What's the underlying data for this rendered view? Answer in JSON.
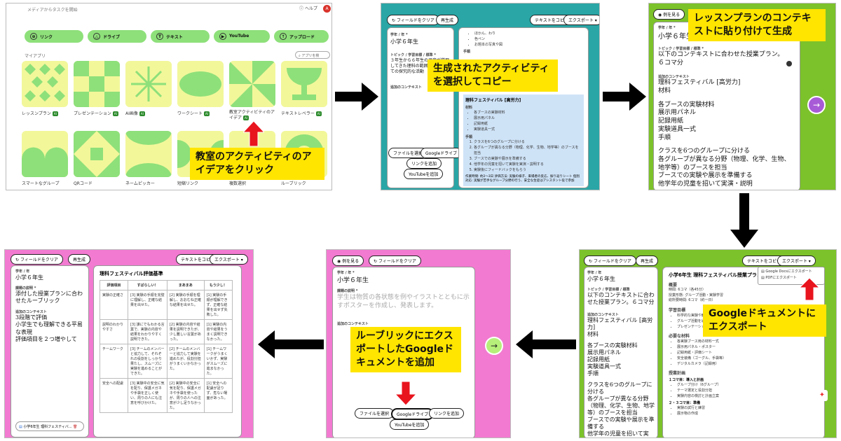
{
  "callouts": {
    "c1": "教室のアクティビティのアイデアをクリック",
    "c2": "生成されたアクティビティを選択してコピー",
    "c3": "レッスンプランのコンテキストに貼り付けて生成",
    "c4": "Googleドキュメントにエクスポート",
    "c5": "ルーブリックにエクスポートしたGoogleドキュメントを追加"
  },
  "p1": {
    "start_text": "メディアからタスクを開始",
    "help": "ヘルプ",
    "avatar": "A",
    "buttons": [
      "リンク",
      "ドライブ",
      "テキスト",
      "YouTube",
      "アップロード"
    ],
    "myapps": "マイアプリ",
    "search_placeholder": "アプリを検",
    "apps_row1": [
      "レッスンプラン",
      "プレゼンテーション",
      "AI画像",
      "ワークシート",
      "教室アクティビティのアイデア",
      "テキストレベラー"
    ],
    "apps_row2": [
      "スマートなグループ",
      "QRコード",
      "ネームピッカー",
      "短縮リンク",
      "複数選択",
      "ルーブリック"
    ],
    "ai_badge": "AI"
  },
  "p2": {
    "clear": "フィールドをクリア",
    "regen": "再生成",
    "copy": "テキストをコピー",
    "export": "エクスポート",
    "grade_label": "学年 / 年 *",
    "grade_value": "小学６年生",
    "topic_label": "トピック / 学習目標 / 標準 *",
    "topic_value": "３年生から６年生の児童が学習してきた理科の範囲を対象にしての探究的な活動",
    "context_label": "追加のコンテキスト",
    "file_btn": "ファイルを選択",
    "drive_btn": "Googleドライブ",
    "link_btn": "リンクを追加",
    "yt_btn": "YouTubeを追加",
    "top_bullets": [
      "ほかん、わり",
      "色ペン",
      "お題本の写真や図"
    ],
    "steps_h": "手順",
    "section_title": "理科フェスティバル [高労力]",
    "materials_h": "材料",
    "materials": [
      "各ブースの実験材料",
      "展示用パネル",
      "記録用紙",
      "実験道具一式"
    ],
    "steps": [
      "クラスを6つのグループに分ける",
      "各グループが異なる分野（物理、化学、生物、地学等）のブースを担当",
      "ブースでの実験や展示を準備する",
      "他学年の児童を招いて実験を実演・説明する",
      "実験後にフィードバックをもらう"
    ],
    "footer": "作業時間: 約2〜3日 評価方法: 実験の様子、来場者の反応、振り返りシート 個別対応: 実験が苦手なグループ分野の行う、安全な生徒はアシスタント役で参加"
  },
  "p3": {
    "example": "例を見る",
    "grade_label": "学年 / 年 *",
    "grade_value": "小学６年生",
    "topic_label": "トピック / 学習目標 / 標準 *",
    "topic_value": "以下のコンテキストに合わせた授業プラン。６コマ分",
    "context_label": "追加のコンテキスト",
    "context_lines": [
      "理科フェスティバル [高労力]",
      "材料",
      "",
      "各ブースの実験材料",
      "展示用パネル",
      "記録用紙",
      "実験道具一式",
      "手順",
      "",
      "クラスを6つのグループに分ける",
      "各グループが異なる分野（物理、化学、生物、地学等）のブースを担当",
      "ブースでの実験や展示を準備する",
      "他学年の児童を招いて実演・説明"
    ]
  },
  "p4": {
    "clear": "フィールドをクリア",
    "regen": "再生成",
    "copy": "テキストをコピー",
    "export": "エクスポート",
    "export_docs": "Google Docsにエクスポート",
    "export_pdf": "PDFにエクスポート",
    "grade_label": "学年 / 年",
    "grade_value": "小学６年生",
    "topic_label": "トピック / 学習目標 / 標準",
    "topic_value": "以下のコンテキストに合わせた授業プラン。６コマ分",
    "context_label": "追加のコンテキスト",
    "context_lines": [
      "理科フェスティバル [高労力]",
      "材料",
      "",
      "各ブースの実験材料",
      "展示用パネル",
      "記録用紙",
      "実験道具一式",
      "手順",
      "",
      "クラスを6つのグループに分ける",
      "各グループが異なる分野（物理、化学、生物、地学等）のブースを担当",
      "ブースでの実験や展示を準備する",
      "他学年の児童を招いて実"
    ],
    "doc_title": "小学6年生 理科フェスティバル授業プラン",
    "overview_h": "概要",
    "overview": [
      "時間: 6コマ（各45分）",
      "授業形態: グループ活動・実験学習",
      "総所要時間: 6コマ（約一日）"
    ],
    "goals_h": "学習目標",
    "goals": [
      "科学的な実験や観察の方法を理解する",
      "グループ活動を通して協力する力を育てる",
      "プレゼンテーション能力を高める"
    ],
    "materials_h": "必要な材料",
    "materials": [
      "各実験ブース用の材料一式",
      "展示用パネル・ポスター",
      "記録用紙・評価シート",
      "安全装備（ゴーグル、手袋等）",
      "デジタルカメラ（記録用）"
    ],
    "plan_h": "授業計画",
    "plan1_h": "１コマ目：導入と計画",
    "plan1": [
      "グループ分け（6グループ）",
      "テーマ選定と役割分担",
      "実験内容の検討と計画立案"
    ],
    "plan2_h": "２・３コマ目：準備",
    "plan2": [
      "実験の試行と練習",
      "展示物の作成"
    ]
  },
  "p5": {
    "example": "例を見る",
    "clear": "フィールドをクリア",
    "grade_label": "学年 / 年 *",
    "grade_value": "小学６年生",
    "desc_label": "課題の説明 *",
    "desc_placeholder": "学生は物質の各状態を例やイラストとともに示すポスターを作成し、発表します。",
    "context_label": "追加のコンテキスト",
    "file_btn": "ファイルを選択",
    "drive_btn": "Googleドライブ",
    "link_btn": "リンクを追加",
    "yt_btn": "YouTubeを追加"
  },
  "p6": {
    "clear": "フィールドをクリア",
    "regen": "再生成",
    "copy": "テキストをコピー",
    "export": "エクスポート",
    "grade_label": "学年 / 年",
    "grade_value": "小学６年生",
    "desc_label": "課題の説明 *",
    "desc_value": "添付した授業プランに合わせたルーブリック",
    "context_label": "追加のコンテキスト",
    "context_value": "3段階で評価\n小学生でも理解できる平易な表現\n評価項目を２つ増やして",
    "attachment": "小学6年生 理科フェスティバ...",
    "rubric_title": "理科フェスティバル評価基準",
    "headers": [
      "評価項目",
      "すばらしい！",
      "まあまあ",
      "もう少し！"
    ],
    "rows": [
      [
        "実験の正確さ",
        "[3] 実験の手順を完璧に理解し、正確な結果を出せた。",
        "[2] 実験の手順を理解し、おおむね正確な結果を出せた。",
        "[1] 実験の手順が理解できず、正確な結果を出せず失敗した。"
      ],
      [
        "説明のわかりやすさ",
        "[3] 誰にでもわかる言葉で、実験の内容や結果をわかりやすく説明できた。",
        "[2] 実験の内容や結果を説明できたが、少し難しい言葉があった。",
        "[1] 実験の内容や結果をうまく説明できなかった。"
      ],
      [
        "チームワーク",
        "[3] チームのメンバーと協力して、それぞれの役割をしっかり果たし、スムーズに実験を進めることができた。",
        "[2] チームのメンバーと協力して実験を進めたが、役割分担がうまくいかなかった。",
        "[1] チームワークがうまくいかず、実験がスムーズに進まなかった。"
      ],
      [
        "安全への配慮",
        "[3] 実験中の安全に気を配り、保護メガネや手袋を正しく使い、周りの人にも注意を呼びかけた。",
        "[2] 実験中の安全に気を配り、保護メガネや手袋を使ったが、周りの人への注意が少し足りなかった。",
        "[1] 安全への配慮が足りず、危ない場面があった。"
      ]
    ]
  },
  "colors": {
    "panel1_bg": "#ffffff",
    "panel2_bg": "#2aa6a6",
    "panel3_bg": "#7cc22a",
    "panel4_bg": "#7cc22a",
    "panel5_bg": "#f27ad0",
    "panel6_bg": "#f27ad0",
    "callout": "#ffe500",
    "red_arrow": "#e8141e",
    "flow_arrow": "#000000",
    "icon_green": "#8ee07a",
    "icon_yellow": "#f2f79a"
  }
}
